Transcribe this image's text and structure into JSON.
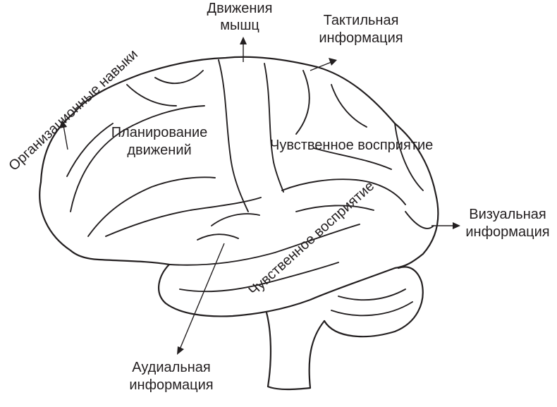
{
  "labels": {
    "muscle_movement": [
      "Движения",
      "мышц"
    ],
    "tactile_info": [
      "Тактильная",
      "информация"
    ],
    "organizational_skills": "Организационные навыки",
    "movement_planning": [
      "Планирование",
      "движений"
    ],
    "sensory_perception_parietal": "Чувственное восприятие",
    "sensory_perception_temporal": "Чувственное восприятие",
    "visual_info": [
      "Визуальная",
      "информация"
    ],
    "auditory_info": [
      "Аудиальная",
      "информация"
    ]
  },
  "icons": {
    "brain": "brain-outline-icon",
    "arrow": "arrow-icon"
  },
  "colors": {
    "ink": "#231f20",
    "background": "#ffffff"
  }
}
